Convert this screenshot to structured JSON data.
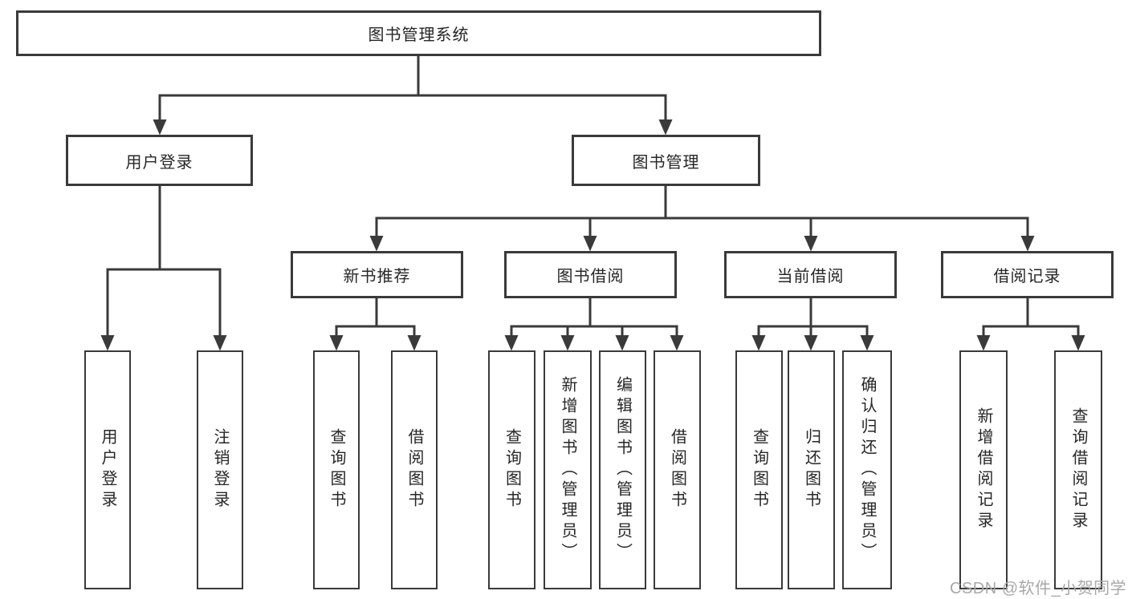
{
  "tree": {
    "root": "图书管理系统",
    "branches": [
      {
        "label": "用户登录",
        "children": [
          "用户登录",
          "注销登录"
        ]
      },
      {
        "label": "图书管理",
        "sections": [
          {
            "label": "新书推荐",
            "children": [
              "查询图书",
              "借阅图书"
            ]
          },
          {
            "label": "图书借阅",
            "children": [
              "查询图书",
              "新增图书（管理员）",
              "编辑图书（管理员）",
              "借阅图书"
            ]
          },
          {
            "label": "当前借阅",
            "children": [
              "查询图书",
              "归还图书",
              "确认归还（管理员）"
            ]
          },
          {
            "label": "借阅记录",
            "children": [
              "新增借阅记录",
              "查询借阅记录"
            ]
          }
        ]
      }
    ]
  },
  "watermark": "CSDN @软件_小贺同学",
  "colors": {
    "line": "#3a3a3a",
    "border": "#3a3a3a",
    "text": "#262626",
    "watermark": "#a8a8a8",
    "background": "#ffffff"
  }
}
